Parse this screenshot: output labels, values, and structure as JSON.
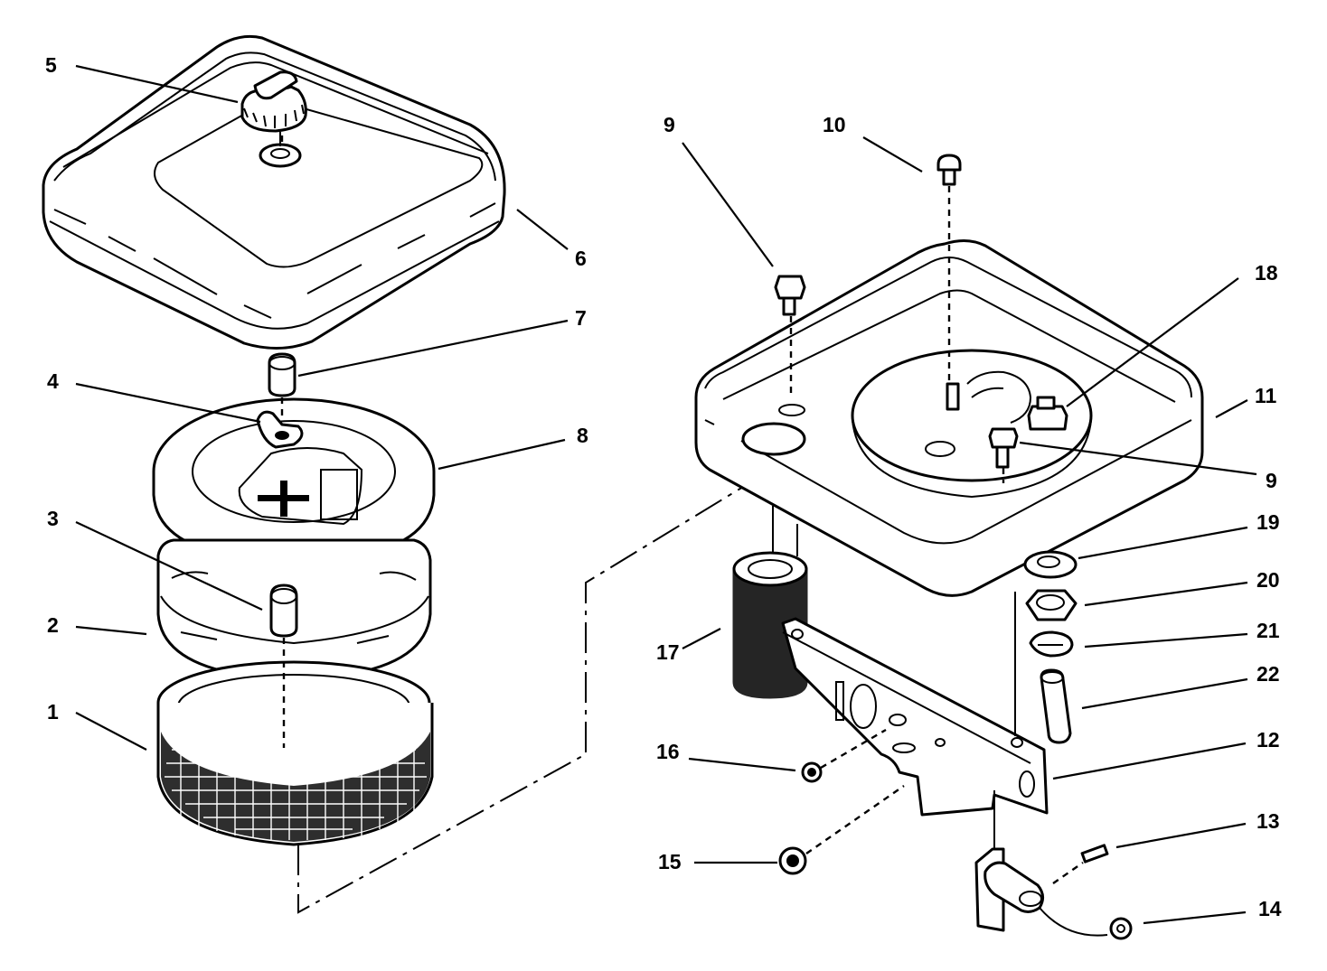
{
  "callouts": {
    "c1": "1",
    "c2": "2",
    "c3": "3",
    "c4": "4",
    "c5": "5",
    "c6": "6",
    "c7": "7",
    "c8": "8",
    "c9a": "9",
    "c9b": "9",
    "c10": "10",
    "c11": "11",
    "c12": "12",
    "c13": "13",
    "c14": "14",
    "c15": "15",
    "c16": "16",
    "c17": "17",
    "c18": "18",
    "c19": "19",
    "c20": "20",
    "c21": "21",
    "c22": "22"
  }
}
